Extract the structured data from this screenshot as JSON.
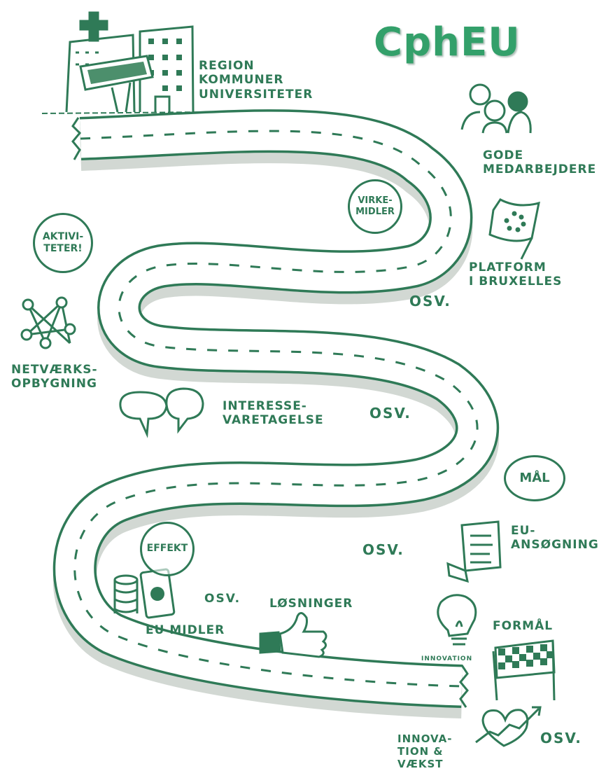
{
  "title": "CphEU",
  "colors": {
    "ink": "#2f7a57",
    "brand": "#33a06a",
    "road_shadow": "#cfd8d0"
  },
  "labels": {
    "region": "REGION\nKOMMUNER\nUNIVERSITETER",
    "gode": "GODE\nMEDARBEJDERE",
    "platform": "PLATFORM\nI BRUXELLES",
    "netvaerk": "NETVÆRKS-\nOPBYGNING",
    "interesse": "INTERESSE-\nVARETAGELSE",
    "eu_ansogning": "EU-\nANSØGNING",
    "eu_midler": "EU MIDLER",
    "losninger": "LØSNINGER",
    "formal": "FORMÅL",
    "innovation": "INNOVATION",
    "innovation_growth": "INNOVA-\nTION &\nVÆKST"
  },
  "bubbles": {
    "virkemidler": "VIRKE-\nMIDLER",
    "aktiviteter": "AKTIVI-\nTETER!",
    "mal": "MÅL",
    "effekt": "EFFEKT"
  },
  "osv": {
    "text": "OSV."
  },
  "icons": [
    "hospital-building",
    "office-building",
    "sign",
    "people",
    "eu-flag",
    "network",
    "speech-bubbles",
    "document",
    "coins",
    "money",
    "thumbs-up",
    "lightbulb",
    "checkered-flag",
    "heart-arrow"
  ]
}
